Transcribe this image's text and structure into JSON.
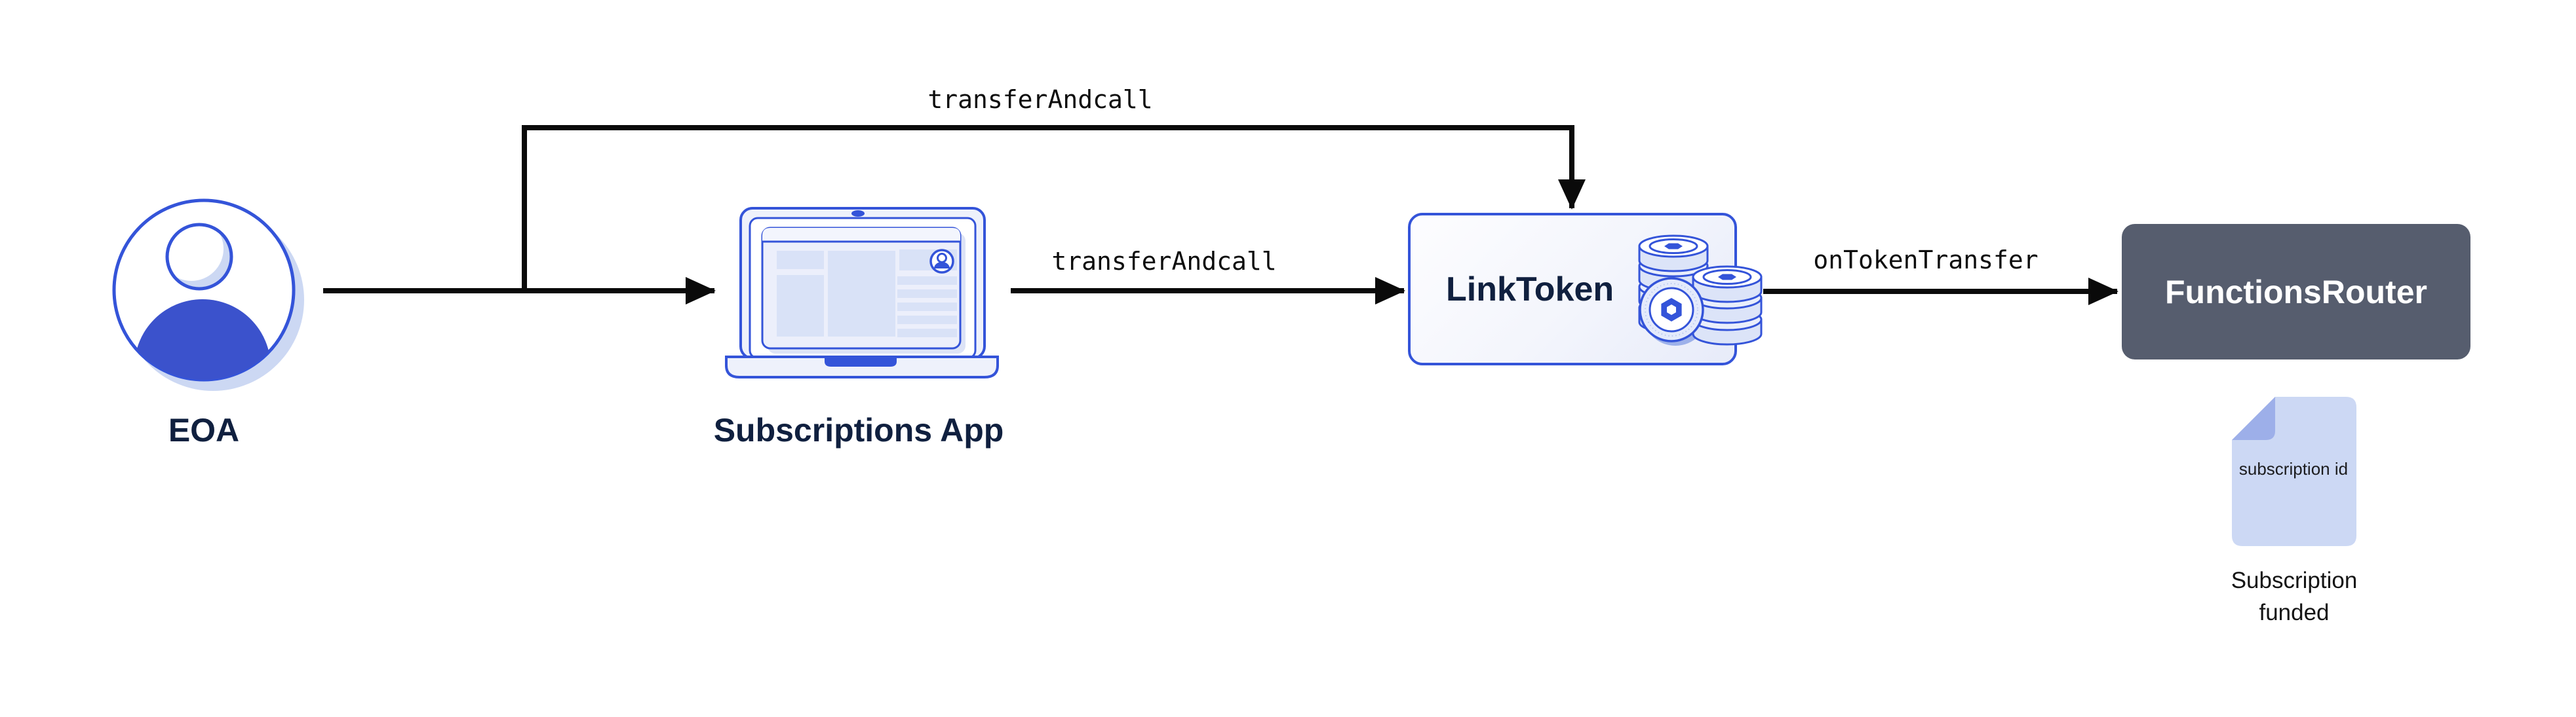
{
  "diagram": {
    "title_context": "token transfer flow",
    "nodes": {
      "eoa": {
        "label": "EOA",
        "icon": "person-avatar-icon"
      },
      "subscriptions_app": {
        "label": "Subscriptions App",
        "icon": "laptop-app-icon"
      },
      "link_token": {
        "label": "LinkToken",
        "icon": "link-coins-icon"
      },
      "functions_router": {
        "label": "FunctionsRouter"
      },
      "subscription_doc": {
        "label": "subscription id",
        "icon": "document-icon"
      },
      "funded_caption": {
        "label": "Subscription funded"
      }
    },
    "edges": {
      "eoa_branch_to_linktoken": {
        "label": "transferAndcall"
      },
      "app_to_linktoken": {
        "label": "transferAndcall"
      },
      "linktoken_to_router": {
        "label": "onTokenTransfer"
      }
    },
    "colors": {
      "accent_blue": "#3454d9",
      "royal_blue_fill": "#3b52cc",
      "dark_navy_text": "#10203f",
      "slate_box": "#565d6e",
      "light_periwinkle": "#ccd8f4",
      "fold_periwinkle": "#9dafe9",
      "coin_fill": "#dce4f8",
      "connector_black": "#0a0a0a"
    }
  }
}
